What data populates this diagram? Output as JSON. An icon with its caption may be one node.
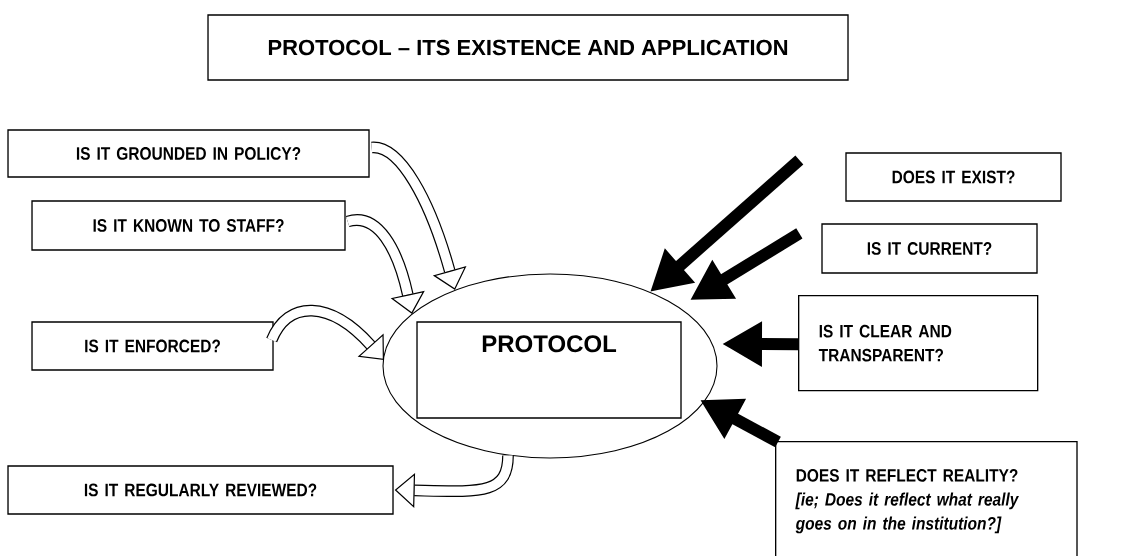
{
  "diagram": {
    "title": "PROTOCOL – ITS EXISTENCE AND APPLICATION",
    "nodes": [
      {
        "text": [],
        "shape": "ellipse"
      },
      {
        "text": [
          "PROTOCOL"
        ],
        "in": 0
      },
      {
        "text": [
          "IS IT GROUNDED IN POLICY?"
        ]
      },
      {
        "text": [
          "IS IT KNOWN TO STAFF?"
        ]
      },
      {
        "text": [
          "IS IT ENFORCED?"
        ]
      },
      {
        "text": [
          "IS IT REGULARLY REVIEWED?"
        ]
      },
      {
        "text": [
          "DOES IT EXIST?"
        ]
      },
      {
        "text": [
          "IS IT CURRENT?"
        ]
      },
      {
        "text": [
          "IS IT CLEAR AND TRANSPARENT?"
        ]
      },
      {
        "text": [
          "DOES IT REFLECT REALITY?",
          "[ie; Does it reflect what really goes on in the institution?]"
        ]
      }
    ],
    "edges": [
      {
        "from": 2,
        "to": 0,
        "arrow": "to"
      },
      {
        "from": 3,
        "to": 0,
        "arrow": "to"
      },
      {
        "from": 4,
        "to": 0,
        "arrow": "to"
      },
      {
        "from": 0,
        "to": 5,
        "arrow": "to"
      },
      {
        "from": 6,
        "to": 0,
        "arrow": "to"
      },
      {
        "from": 7,
        "to": 0,
        "arrow": "to"
      },
      {
        "from": 8,
        "to": 0,
        "arrow": "to"
      },
      {
        "from": 9,
        "to": 0,
        "arrow": "to"
      }
    ]
  }
}
